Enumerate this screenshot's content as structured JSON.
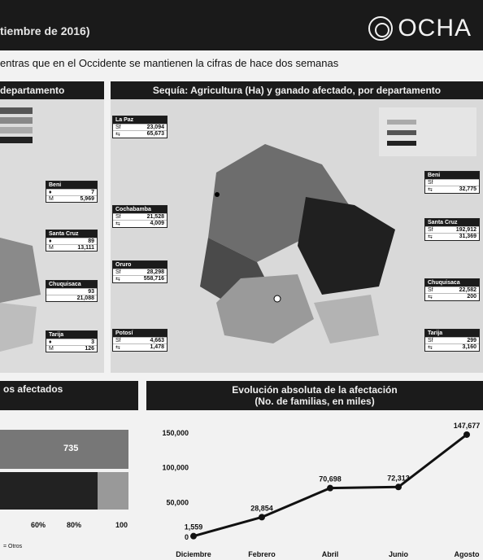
{
  "header": {
    "title": "tiembre de 2016)",
    "logo_text": "OCHA",
    "subtitle": "entras que en el Occidente se mantienen la cifras de hace dos semanas"
  },
  "left_panel": {
    "header": "departamento",
    "boxes": [
      {
        "name": "Beni",
        "rows": [
          [
            "♦",
            "7"
          ],
          [
            "M",
            "5,969"
          ]
        ]
      },
      {
        "name": "Santa Cruz",
        "rows": [
          [
            "♦",
            "89"
          ],
          [
            "M",
            "13,111"
          ]
        ]
      },
      {
        "name": "Chuquisaca",
        "rows": [
          [
            "",
            "93"
          ],
          [
            "",
            "21,088"
          ]
        ]
      },
      {
        "name": "Tarija",
        "rows": [
          [
            "♦",
            "3"
          ],
          [
            "M",
            "126"
          ]
        ]
      }
    ]
  },
  "map_panel": {
    "header": "Sequía: Agricultura (Ha) y ganado afectado, por departamento",
    "boxes": [
      {
        "name": "La Paz",
        "rows": [
          [
            "Sf",
            "23,094"
          ],
          [
            "⇆",
            "65,673"
          ]
        ]
      },
      {
        "name": "Cochabamba",
        "rows": [
          [
            "Sf",
            "21,528"
          ],
          [
            "⇆",
            "4,009"
          ]
        ]
      },
      {
        "name": "Oruro",
        "rows": [
          [
            "Sf",
            "28,298"
          ],
          [
            "⇆",
            "558,716"
          ]
        ]
      },
      {
        "name": "Potosí",
        "rows": [
          [
            "Sf",
            "4,663"
          ],
          [
            "⇆",
            "1,478"
          ]
        ]
      },
      {
        "name": "Beni",
        "rows": [
          [
            "Sf",
            ""
          ],
          [
            "⇆",
            "32,775"
          ]
        ]
      },
      {
        "name": "Santa Cruz",
        "rows": [
          [
            "Sf",
            "192,912"
          ],
          [
            "⇆",
            "31,369"
          ]
        ]
      },
      {
        "name": "Chuquisaca",
        "rows": [
          [
            "Sf",
            "22,582"
          ],
          [
            "⇆",
            "200"
          ]
        ]
      },
      {
        "name": "Tarija",
        "rows": [
          [
            "Sf",
            "299"
          ],
          [
            "⇆",
            "3,160"
          ]
        ]
      }
    ]
  },
  "bottom_left": {
    "header": "os afectados",
    "bar1_label": "735",
    "ticks": [
      "60%",
      "80%",
      "100"
    ],
    "footnote": "= Otros"
  },
  "bottom_right": {
    "header_line1": "Evolución absoluta de la afectación",
    "header_line2": "(No. de familias, en miles)"
  },
  "chart_data": {
    "type": "line",
    "title": "Evolución absoluta de la afectación",
    "subtitle": "(No. de familias, en miles)",
    "categories": [
      "Diciembre",
      "Febrero",
      "Abril",
      "Junio",
      "Agosto"
    ],
    "values": [
      1559,
      28854,
      70698,
      72313,
      147677
    ],
    "value_labels": [
      "1,559",
      "28,854",
      "70,698",
      "72,313",
      "147,677"
    ],
    "yticks": [
      0,
      50000,
      100000,
      150000
    ],
    "ytick_labels": [
      "0",
      "50,000",
      "100,000",
      "150,000"
    ],
    "ylim": [
      0,
      150000
    ],
    "color": "#111111"
  }
}
